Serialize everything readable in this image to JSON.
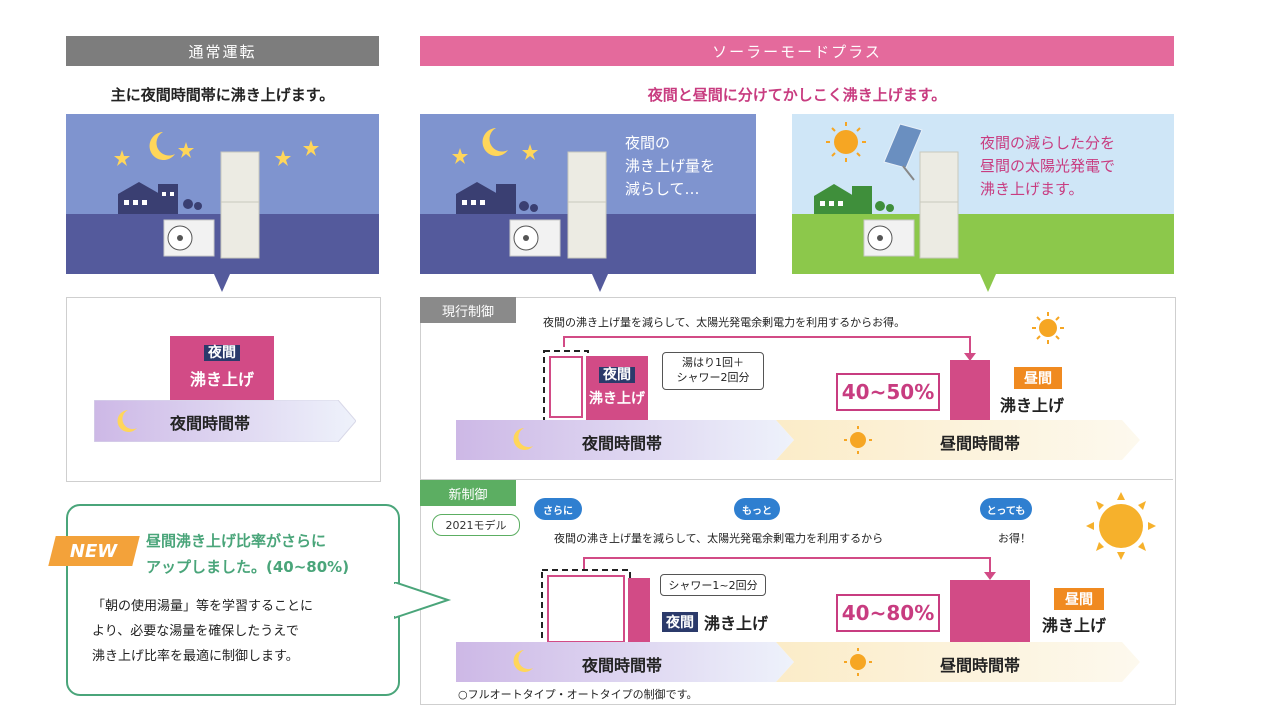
{
  "left": {
    "header": "通常運転",
    "subtitle": "主に夜間時間帯に沸き上げます。",
    "box_label_top": "夜間",
    "box_label_bottom": "沸き上げ",
    "bar_label": "夜間時間帯"
  },
  "right": {
    "header": "ソーラーモードプラス",
    "subtitle": "夜間と昼間に分けてかしこく沸き上げます。",
    "night_caption": [
      "夜間の",
      "沸き上げ量を",
      "減らして…"
    ],
    "day_caption": [
      "夜間の減らした分を",
      "昼間の太陽光発電で",
      "沸き上げます。"
    ]
  },
  "current": {
    "tag": "現行制御",
    "note": "夜間の沸き上げ量を減らして、太陽光発電余剰電力を利用するからお得。",
    "callout": [
      "湯はり1回＋",
      "シャワー2回分"
    ],
    "night_box_top": "夜間",
    "night_box_bottom": "沸き上げ",
    "percent": "40~50%",
    "day_tag": "昼間",
    "day_label": "沸き上げ",
    "bar_night": "夜間時間帯",
    "bar_day": "昼間時間帯"
  },
  "new": {
    "tag": "新制御",
    "model": "2021モデル",
    "bubbles": [
      "さらに",
      "もっと",
      "とっても"
    ],
    "note_main": "夜間の沸き上げ量を減らして、太陽光発電余剰電力を利用するから",
    "note_end": "お得！",
    "callout": "シャワー1~2回分",
    "night_tag": "夜間",
    "night_label": "沸き上げ",
    "percent": "40~80%",
    "day_tag": "昼間",
    "day_label": "沸き上げ",
    "bar_night": "夜間時間帯",
    "bar_day": "昼間時間帯",
    "footnote": "○フルオートタイプ・オートタイプの制御です。"
  },
  "promo": {
    "badge": "NEW",
    "headline": [
      "昼間沸き上げ比率がさらに",
      "アップしました。(40~80%)"
    ],
    "body": [
      "「朝の使用湯量」等を学習することに",
      "より、必要な湯量を確保したうえで",
      "沸き上げ比率を最適に制御します。"
    ]
  },
  "colors": {
    "gray_header": "#7d7d7d",
    "pink_header": "#e46a9c",
    "night_sky": "#7f94cf",
    "night_ground": "#545a9c",
    "day_sky": "#cfe6f7",
    "day_ground": "#8cc84b",
    "magenta": "#d24b86",
    "green_border": "#4aa57a",
    "green_tag": "#5cae62",
    "gray_tag": "#8a8a8a"
  }
}
